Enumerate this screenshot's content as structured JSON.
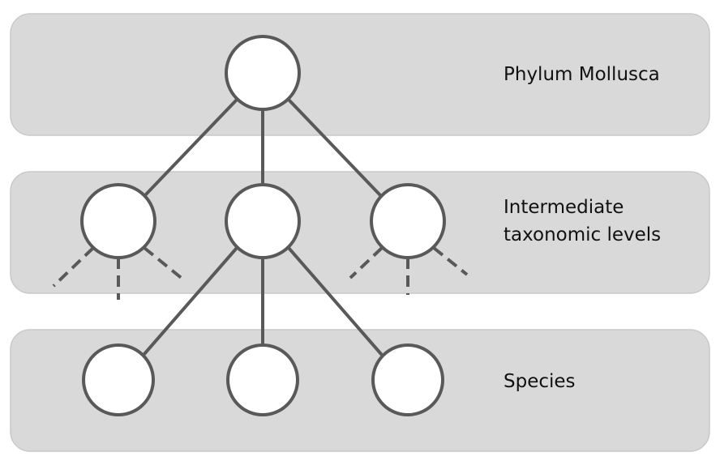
{
  "levels": [
    {
      "label_lines": [
        "Phylum Mollusca"
      ]
    },
    {
      "label_lines": [
        "Intermediate",
        "taxonomic levels"
      ]
    },
    {
      "label_lines": [
        "Species"
      ]
    }
  ],
  "colors": {
    "band_fill": "#d9d9d9",
    "line": "#595959",
    "node_fill": "#ffffff"
  }
}
